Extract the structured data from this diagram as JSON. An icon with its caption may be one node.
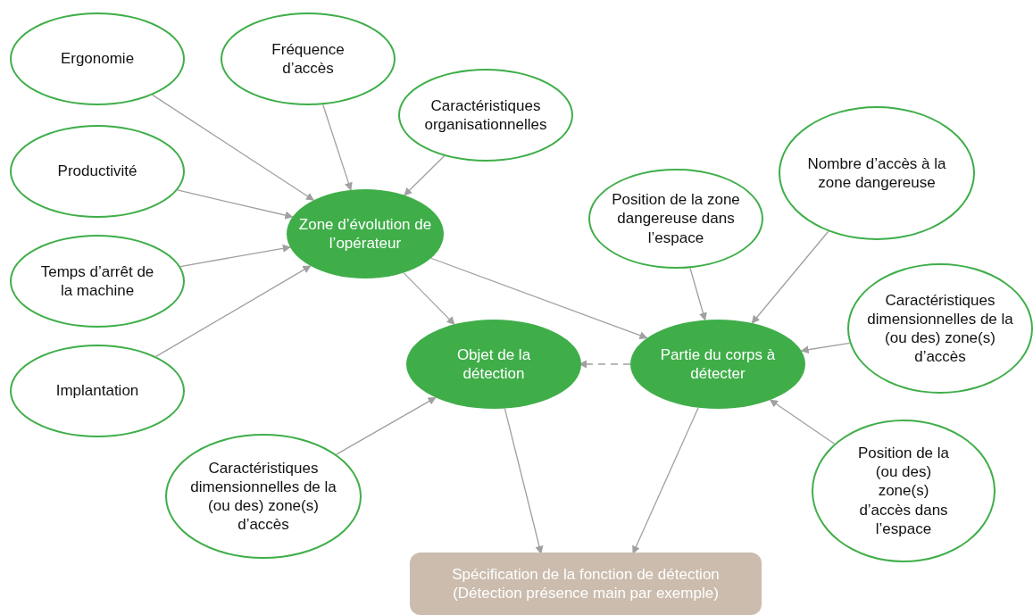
{
  "diagram": {
    "nodes": [
      {
        "text": [
          "Ergonomie"
        ]
      },
      {
        "text": [
          "Fréquence d’accès"
        ]
      },
      {
        "text": [
          "Caractéristiques organisationnelles"
        ]
      },
      {
        "text": [
          "Productivité"
        ]
      },
      {
        "text": [
          "Temps d’arrêt de la machine"
        ]
      },
      {
        "text": [
          "Implantation"
        ]
      },
      {
        "text": [
          "Zone d’évolution de l’opérateur"
        ]
      },
      {
        "text": [
          "Position de la zone dangereuse dans l’espace"
        ]
      },
      {
        "text": [
          "Nombre d’accès à la zone dangereuse"
        ]
      },
      {
        "text": [
          "Objet de la détection"
        ]
      },
      {
        "text": [
          "Partie du corps à détecter"
        ]
      },
      {
        "text": [
          "Caractéristiques dimensionnelles de la (ou des) zone(s) d’accès"
        ]
      },
      {
        "text": [
          "Caractéristiques dimensionnelles de la (ou des) zone(s) d’accès"
        ]
      },
      {
        "text": [
          "Position de la (ou des) zone(s) d’accès dans l’espace"
        ]
      },
      {
        "text": [
          "Spécification de la fonction de détection (Détection présence main par exemple)"
        ]
      }
    ],
    "edges": [
      {
        "from": 0,
        "to": 6,
        "arrow": "to"
      },
      {
        "from": 1,
        "to": 6,
        "arrow": "to"
      },
      {
        "from": 2,
        "to": 6,
        "arrow": "to"
      },
      {
        "from": 3,
        "to": 6,
        "arrow": "to"
      },
      {
        "from": 4,
        "to": 6,
        "arrow": "to"
      },
      {
        "from": 5,
        "to": 6,
        "arrow": "to"
      },
      {
        "from": 6,
        "to": 9,
        "arrow": "to"
      },
      {
        "from": 6,
        "to": 10,
        "arrow": "to"
      },
      {
        "from": 7,
        "to": 10,
        "arrow": "to"
      },
      {
        "from": 8,
        "to": 10,
        "arrow": "to"
      },
      {
        "from": 11,
        "to": 10,
        "arrow": "to"
      },
      {
        "from": 10,
        "to": 9,
        "arrow": "to",
        "style": "dashed"
      },
      {
        "from": 12,
        "to": 9,
        "arrow": "to"
      },
      {
        "from": 13,
        "to": 10,
        "arrow": "to"
      },
      {
        "from": 9,
        "to": 14,
        "arrow": "to"
      },
      {
        "from": 10,
        "to": 14,
        "arrow": "to"
      }
    ]
  }
}
